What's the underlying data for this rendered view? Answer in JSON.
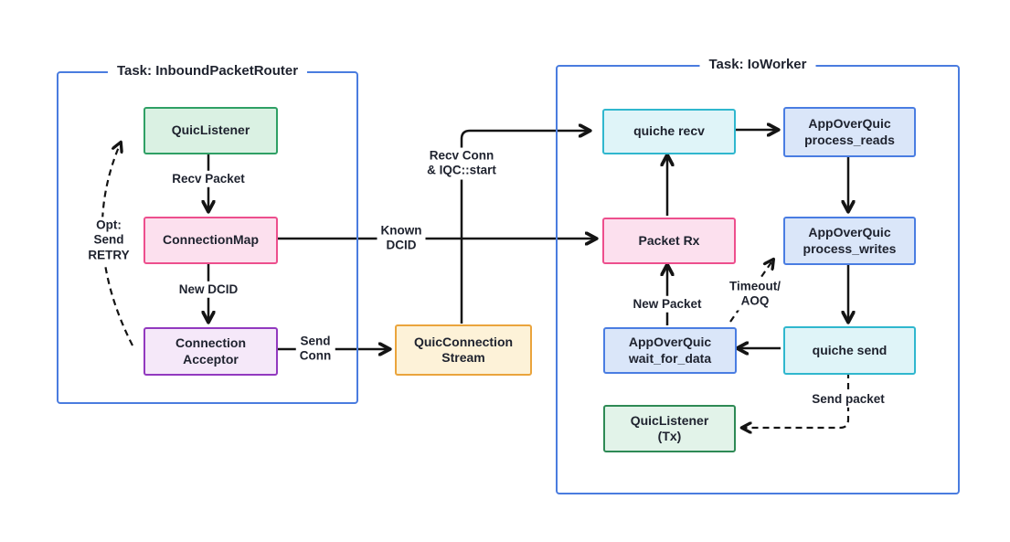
{
  "containers": {
    "inbound": {
      "title": "Task: InboundPacketRouter"
    },
    "ioworker": {
      "title": "Task: IoWorker"
    }
  },
  "nodes": {
    "quic_listener": {
      "label": "QuicListener"
    },
    "connection_map": {
      "label": "ConnectionMap"
    },
    "connection_acceptor": {
      "label": "Connection\nAcceptor"
    },
    "quic_connection_stream": {
      "label": "QuicConnection\nStream"
    },
    "quiche_recv": {
      "label": "quiche recv"
    },
    "process_reads": {
      "label": "AppOverQuic\nprocess_reads"
    },
    "packet_rx": {
      "label": "Packet Rx"
    },
    "process_writes": {
      "label": "AppOverQuic\nprocess_writes"
    },
    "wait_for_data": {
      "label": "AppOverQuic\nwait_for_data"
    },
    "quiche_send": {
      "label": "quiche send"
    },
    "quic_listener_tx": {
      "label": "QuicListener\n(Tx)"
    }
  },
  "edges": {
    "recv_packet": "Recv Packet",
    "new_dcid": "New DCID",
    "opt_send_retry": "Opt:\nSend\nRETRY",
    "known_dcid": "Known\nDCID",
    "send_conn": "Send\nConn",
    "recv_conn_iqc": "Recv Conn\n& IQC::start",
    "new_packet": "New Packet",
    "timeout_aoq": "Timeout/\nAOQ",
    "send_packet": "Send packet"
  },
  "colors": {
    "container_border": "#4a7cdf",
    "arrow": "#141414",
    "green_border": "#2fa065",
    "green_fill": "#daf1e3",
    "green_tx_border": "#2e8a55",
    "green_tx_fill": "#e2f3e9",
    "pink_border": "#ed4f8d",
    "pink_fill": "#fce0ee",
    "purple_border": "#9239bf",
    "purple_fill": "#f5e8f9",
    "orange_border": "#eaa43c",
    "orange_fill": "#fdf2d8",
    "cyan_border": "#30b7ce",
    "cyan_fill": "#dff4f8",
    "blue_border": "#4a7de2",
    "blue_fill": "#dae6f9"
  }
}
